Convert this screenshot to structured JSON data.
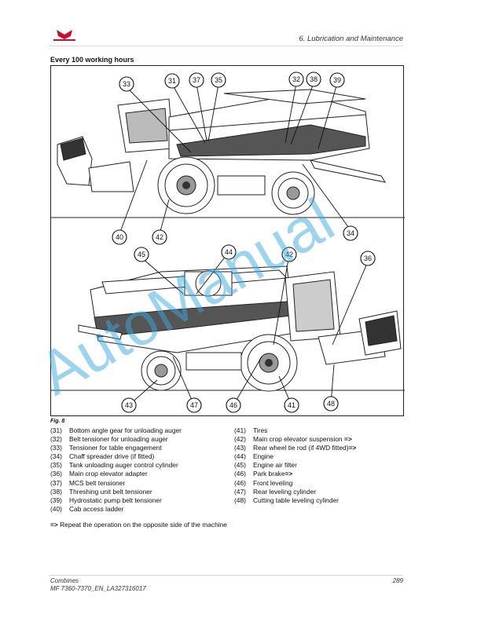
{
  "header": {
    "chapter": "6. Lubrication and Maintenance"
  },
  "section_title": "Every 100 working hours",
  "figure": {
    "label": "Fig. 8",
    "callouts": [
      "33",
      "31",
      "37",
      "35",
      "32",
      "38",
      "39",
      "40",
      "42",
      "34",
      "45",
      "44",
      "42",
      "36",
      "43",
      "47",
      "46",
      "41",
      "48"
    ]
  },
  "legend_left": [
    {
      "num": "(31)",
      "text": "Bottom angle gear for unloading auger",
      "arrow": ""
    },
    {
      "num": "(32)",
      "text": "Belt tensioner for unloading auger",
      "arrow": ""
    },
    {
      "num": "(33)",
      "text": "Tensioner for table engagement",
      "arrow": ""
    },
    {
      "num": "(34)",
      "text": "Chaff spreader drive (if fitted)",
      "arrow": ""
    },
    {
      "num": "(35)",
      "text": "Tank unloading auger control cylinder",
      "arrow": ""
    },
    {
      "num": "(36)",
      "text": "Main crop elevator adapter",
      "arrow": ""
    },
    {
      "num": "(37)",
      "text": "MCS belt tensioner",
      "arrow": ""
    },
    {
      "num": "(38)",
      "text": "Threshing unit belt tensioner",
      "arrow": ""
    },
    {
      "num": "(39)",
      "text": "Hydrostatic pump belt tensioner",
      "arrow": ""
    },
    {
      "num": "(40)",
      "text": "Cab access ladder",
      "arrow": ""
    }
  ],
  "legend_right": [
    {
      "num": "(41)",
      "text": "Tires",
      "arrow": ""
    },
    {
      "num": "(42)",
      "text": "Main crop elevator suspension ",
      "arrow": "=>"
    },
    {
      "num": "(43)",
      "text": "Rear wheel tie rod (if 4WD fitted)",
      "arrow": "=>"
    },
    {
      "num": "(44)",
      "text": "Engine",
      "arrow": ""
    },
    {
      "num": "(45)",
      "text": "Engine air filter",
      "arrow": ""
    },
    {
      "num": "(46)",
      "text": "Park brake",
      "arrow": "=>"
    },
    {
      "num": "(46)",
      "text": "Front leveling",
      "arrow": ""
    },
    {
      "num": "(47)",
      "text": "Rear leveling cylinder",
      "arrow": ""
    },
    {
      "num": "(48)",
      "text": "Cutting table leveling cylinder",
      "arrow": ""
    }
  ],
  "note": {
    "arrow": "=>",
    "text": " Repeat the operation on the opposite side of the machine"
  },
  "footer": {
    "line1": "Combines",
    "line2": "MF 7360-7370_EN_LA327316017",
    "page": "289"
  },
  "watermark": "AutoManual",
  "colors": {
    "brand_red": "#c8102e",
    "watermark": "#3aa8e0"
  }
}
